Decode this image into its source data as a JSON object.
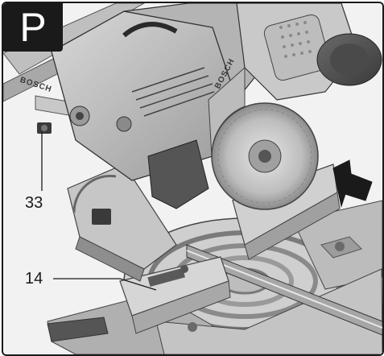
{
  "figure": {
    "panel_label": "P",
    "callouts": {
      "part_33": "33",
      "part_14": "14"
    },
    "brand_marks": [
      "BOSCH",
      "BOSCH"
    ],
    "colors": {
      "line": "#1a1a1a",
      "label_bg": "#1a1a1a",
      "label_text": "#ffffff"
    }
  }
}
